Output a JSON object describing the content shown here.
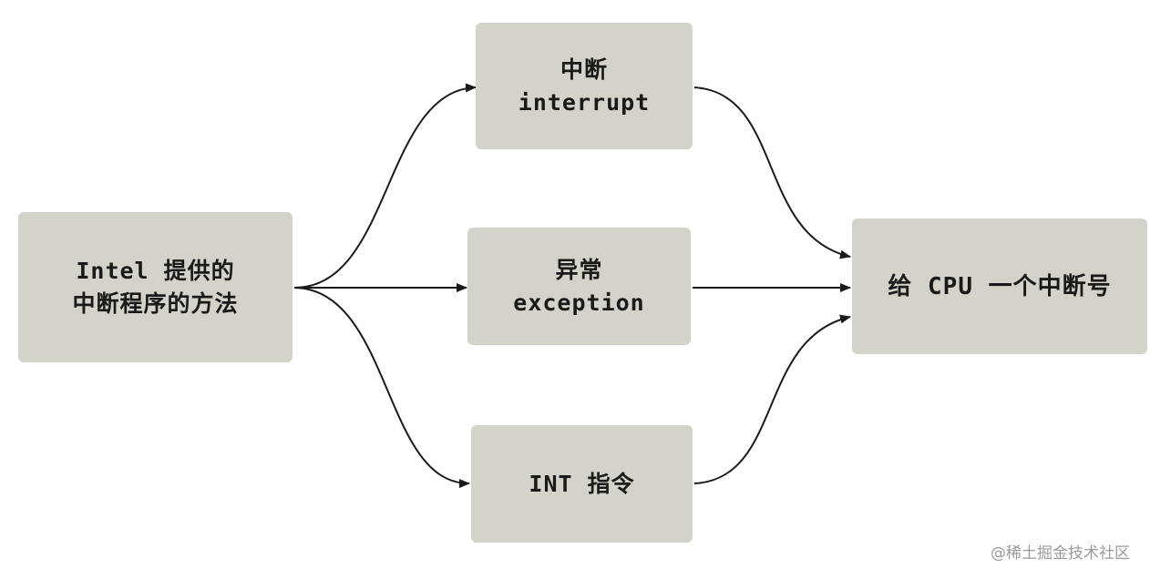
{
  "nodes": {
    "source": {
      "lines": [
        "Intel 提供的",
        "中断程序的方法"
      ]
    },
    "interrupt": {
      "lines": [
        "中断",
        "interrupt"
      ]
    },
    "exception": {
      "lines": [
        "异常",
        "exception"
      ]
    },
    "int_instruction": {
      "lines": [
        "INT 指令"
      ]
    },
    "target": {
      "lines": [
        "给 CPU 一个中断号"
      ]
    }
  },
  "edges": [
    {
      "from": "source",
      "to": "interrupt"
    },
    {
      "from": "source",
      "to": "exception"
    },
    {
      "from": "source",
      "to": "int_instruction"
    },
    {
      "from": "interrupt",
      "to": "target"
    },
    {
      "from": "exception",
      "to": "target"
    },
    {
      "from": "int_instruction",
      "to": "target"
    }
  ],
  "colors": {
    "node_fill": "#d4d3ca",
    "edge": "#1a1a1a",
    "text": "#1a1a1a",
    "watermark": "#9a9a9a"
  },
  "watermark": "@稀土掘金技术社区"
}
